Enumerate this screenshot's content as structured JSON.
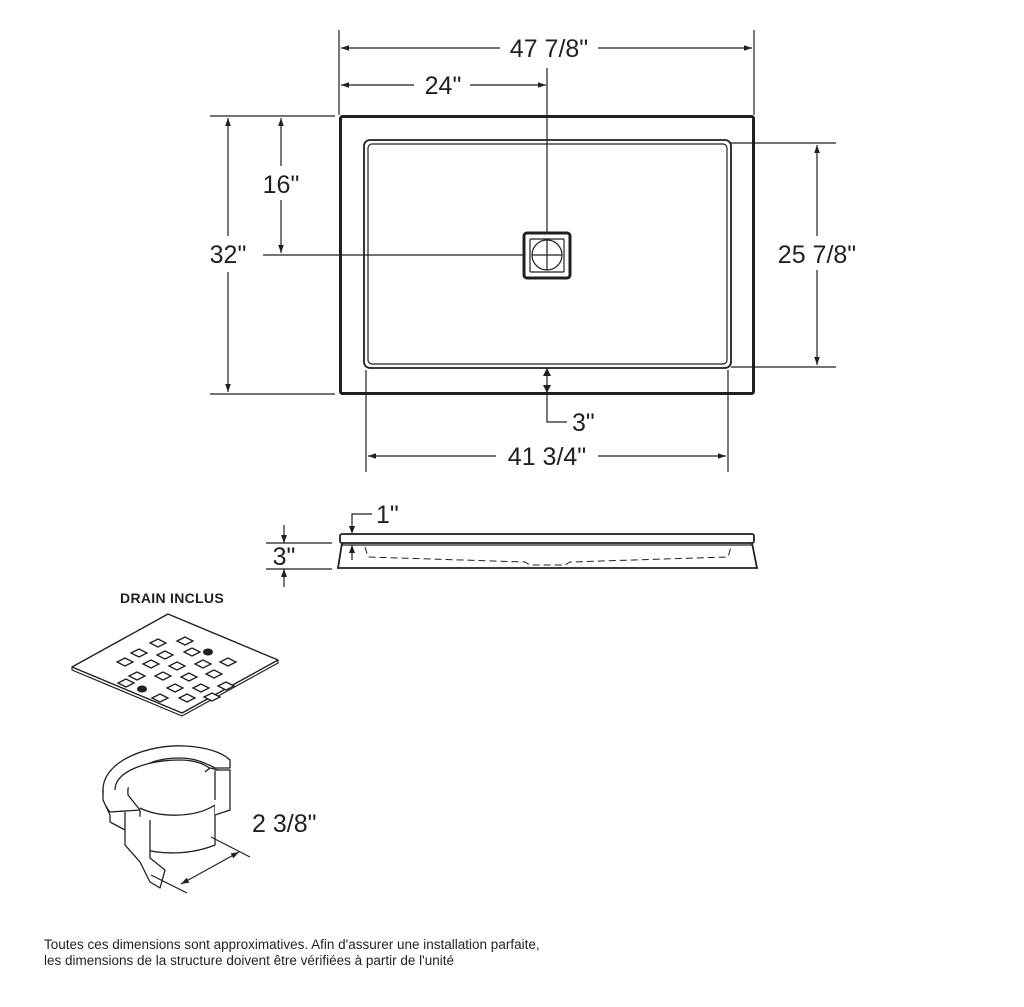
{
  "top_view": {
    "overall_width": "47 7/8\"",
    "drain_offset_x": "24\"",
    "overall_depth": "32\"",
    "drain_offset_y": "16\"",
    "inner_depth": "25 7/8\"",
    "front_apron": "3\"",
    "inner_width": "41 3/4\""
  },
  "side_view": {
    "rim_height": "1\"",
    "total_height": "3\""
  },
  "drain": {
    "title": "DRAIN INCLUS",
    "diameter": "2 3/8\""
  },
  "footer": {
    "line1": "Toutes ces dimensions sont approximatives. Afin d'assurer une installation parfaite,",
    "line2": "les dimensions de la structure doivent être vérifiées à partir de l'unité"
  },
  "colors": {
    "ink": "#231f20",
    "background": "#ffffff"
  }
}
